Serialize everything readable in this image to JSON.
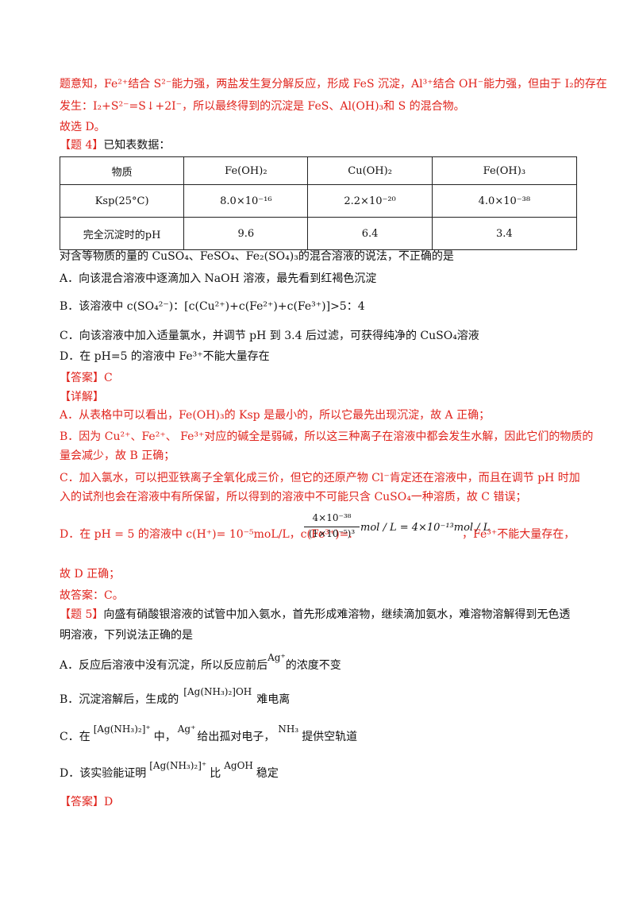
{
  "prev": {
    "line1": "题意知，Fe²⁺结合 S²⁻能力强，两盐发生复分解反应，形成 FeS 沉淀，Al³⁺结合 OH⁻能力强，但由于 I₂的存在",
    "line2": "发生：I₂+S²⁻=S↓+2I⁻，所以最终得到的沉淀是 FeS、Al(OH)₃和 S 的混合物。",
    "line3": "故选 D。"
  },
  "q4": {
    "tag": "【题 4】",
    "stem": "已知表数据：",
    "table": {
      "headers": [
        "物质",
        "Fe(OH)₂",
        "Cu(OH)₂",
        "Fe(OH)₃"
      ],
      "rows": [
        [
          "Ksp(25°C)",
          "8.0×10⁻¹⁶",
          "2.2×10⁻²⁰",
          "4.0×10⁻³⁸"
        ],
        [
          "完全沉淀时的pH",
          "9.6",
          "6.4",
          "3.4"
        ]
      ]
    },
    "question": "对含等物质的量的 CuSO₄、FeSO₄、Fe₂(SO₄)₃的混合溶液的说法，不正确的是",
    "optA": "A．向该混合溶液中逐滴加入 NaOH 溶液，最先看到红褐色沉淀",
    "optB": "B．该溶液中 c(SO₄²⁻)：[c(Cu²⁺)+c(Fe²⁺)+c(Fe³⁺)]>5：4",
    "optC": "C．向该溶液中加入适量氯水，并调节 pH 到 3.4 后过滤，可获得纯净的 CuSO₄溶液",
    "optD": "D．在 pH=5 的溶液中 Fe³⁺不能大量存在",
    "answer": "【答案】C",
    "detail_tag": "【详解】",
    "expA": "A．从表格中可以看出，Fe(OH)₃的 Ksp 是最小的，所以它最先出现沉淀，故 A 正确；",
    "expB1": "B．因为 Cu²⁺、Fe²⁺、 Fe³⁺对应的碱全是弱碱，所以这三种离子在溶液中都会发生水解，因此它们的物质的",
    "expB2": "量会减少，故 B 正确；",
    "expC1": "C．加入氯水，可以把亚铁离子全氧化成三价，但它的还原产物 Cl⁻肯定还在溶液中，而且在调节 pH 时加",
    "expC2": "入的试剂也会在溶液中有所保留，所以得到的溶液中不可能只含 CuSO₄一种溶质，故 C 错误；",
    "expD_pre": "D．在 pH = 5 的溶液中 c(H⁺)= 10⁻⁵moL/L，c(Fe³⁺)=.",
    "frac_num": "4×10⁻³⁸",
    "frac_den": "(1×10⁻⁵)³",
    "expD_mid": "mol / L = 4×10⁻¹³mol / L",
    "expD_post": "，Fe³⁺不能大量存在，",
    "expD2": "故 D 正确；",
    "final": "故答案：C。"
  },
  "q5": {
    "tag": "【题 5】",
    "stem1": "向盛有硝酸银溶液的试管中加入氨水，首先形成难溶物，继续滴加氨水，难溶物溶解得到无色透",
    "stem2": "明溶液，下列说法正确的是",
    "optA_pre": "A．反应后溶液中没有沉淀，所以反应前后",
    "optA_ion": "Ag⁺",
    "optA_post": "的浓度不变",
    "optB_pre": "B．沉淀溶解后，生成的",
    "optB_formula": "[Ag(NH₃)₂]OH",
    "optB_post": "难电离",
    "optC_pre": "C．在",
    "optC_formula": "[Ag(NH₃)₂]⁺",
    "optC_mid1": "中，",
    "optC_ion": "Ag⁺",
    "optC_mid2": "给出孤对电子，",
    "optC_nh3": "NH₃",
    "optC_post": "提供空轨道",
    "optD_pre": "D．该实验能证明",
    "optD_formula": "[Ag(NH₃)₂]⁺",
    "optD_mid": "比",
    "optD_agoh": "AgOH",
    "optD_post": "稳定",
    "answer": "【答案】D"
  }
}
